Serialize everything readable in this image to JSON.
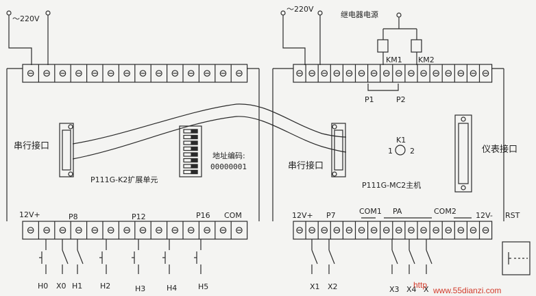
{
  "power": {
    "left_ac": "～220V",
    "right_ac": "～220V",
    "relay_supply": "继电器电源"
  },
  "relays": {
    "km1": "KM1",
    "km2": "KM2"
  },
  "pins": {
    "p1": "P1",
    "p2": "P2"
  },
  "expansion_unit": {
    "serial_port": "串行接口",
    "address_label": "地址编码:",
    "address_value": "00000001",
    "name": "P111G-K2扩展单元",
    "bottom_labels": {
      "v12": "12V+",
      "p8": "P8",
      "p12": "P12",
      "p16": "P16",
      "com": "COM"
    },
    "inputs": [
      "H0",
      "X0",
      "H1",
      "H2",
      "H3",
      "H4",
      "H5"
    ]
  },
  "main_unit": {
    "serial_port": "串行接口",
    "k1": "K1",
    "k1_pin1": "1",
    "k1_pin2": "2",
    "instrument_port": "仪表接口",
    "name": "P111G-MC2主机",
    "bottom_labels": {
      "v12": "12V+",
      "p7": "P7",
      "com1": "COM1",
      "pa": "PA",
      "com2": "COM2",
      "v12m": "12V-",
      "rst": "RST"
    },
    "inputs": [
      "X1",
      "X2",
      "X3",
      "X4",
      "X"
    ]
  },
  "watermark": {
    "prefix": "http",
    "site": "www.55dianzi.com"
  },
  "colors": {
    "line": "#2a2a2a",
    "background": "#f4f4f2",
    "watermark": "#d23b2b"
  }
}
